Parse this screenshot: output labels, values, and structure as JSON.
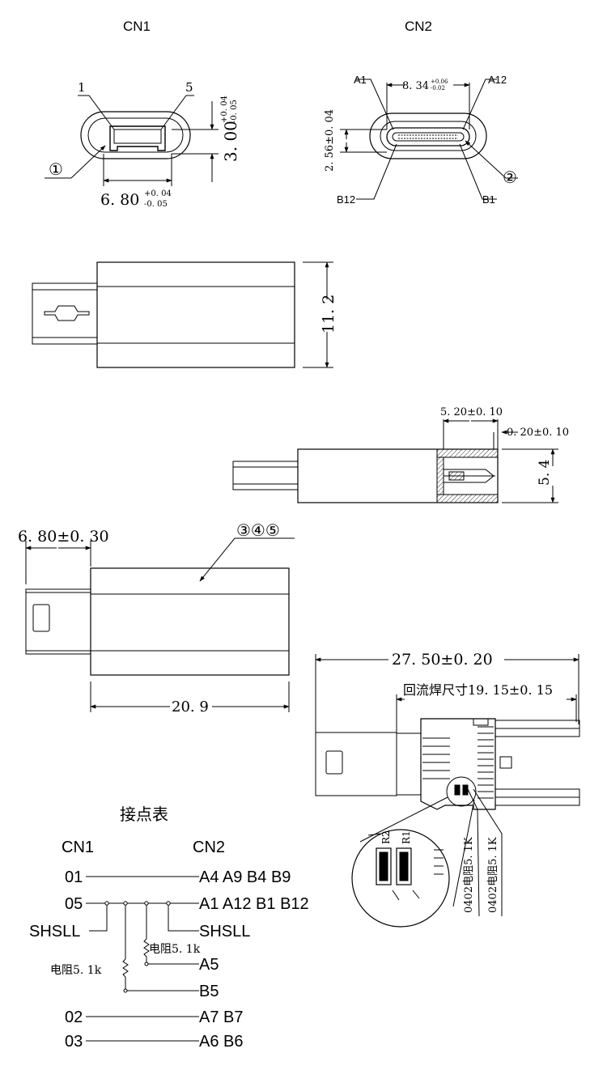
{
  "views": {
    "cn1_title": "CN1",
    "cn2_title": "CN2"
  },
  "cn1_front": {
    "pin_1": "1",
    "pin_5": "5",
    "callout": "①",
    "height_main": "3. 00",
    "height_tol_plus": "+0. 04",
    "height_tol_minus": "-0. 05",
    "width_main": "6. 80",
    "width_tol_plus": "+0. 04",
    "width_tol_minus": "-0. 05"
  },
  "cn2_front": {
    "pin_a1": "A1",
    "pin_a12": "A12",
    "pin_b12": "B12",
    "pin_b1": "B1",
    "callout": "②",
    "width_main": "8. 34",
    "width_tol_plus": "+0.06",
    "width_tol_minus": "-0.02",
    "height": "2. 56±0. 04"
  },
  "side_view": {
    "height": "11. 2"
  },
  "section_view": {
    "depth": "5. 20±0. 10",
    "offset": "0. 20±0. 10",
    "height": "5. 4"
  },
  "top_view": {
    "plug_length": "6. 80±0. 30",
    "callout": "③④⑤",
    "body_length": "20. 9"
  },
  "pcb_view": {
    "total_length": "27. 50±0. 20",
    "reflow_size": "回流焊尺寸19. 15±0. 15",
    "r1_label": "R1",
    "r2_label": "R2",
    "res_label_1": "0402电阻5. 1K",
    "res_label_2": "0402电阻5. 1K"
  },
  "contact_table": {
    "title": "接点表",
    "col_cn1": "CN1",
    "col_cn2": "CN2",
    "row_01_left": "01",
    "row_01_right": "A4 A9 B4 B9",
    "row_05_left": "05",
    "row_05_right": "A1 A12 B1 B12",
    "shell_left": "SHSLL",
    "shell_right": "SHSLL",
    "resistor_a5": "电阻5. 1k",
    "pin_a5": "A5",
    "resistor_b5": "电阻5. 1k",
    "pin_b5": "B5",
    "row_02_left": "02",
    "row_02_right": "A7  B7",
    "row_03_left": "03",
    "row_03_right": "A6  B6"
  }
}
